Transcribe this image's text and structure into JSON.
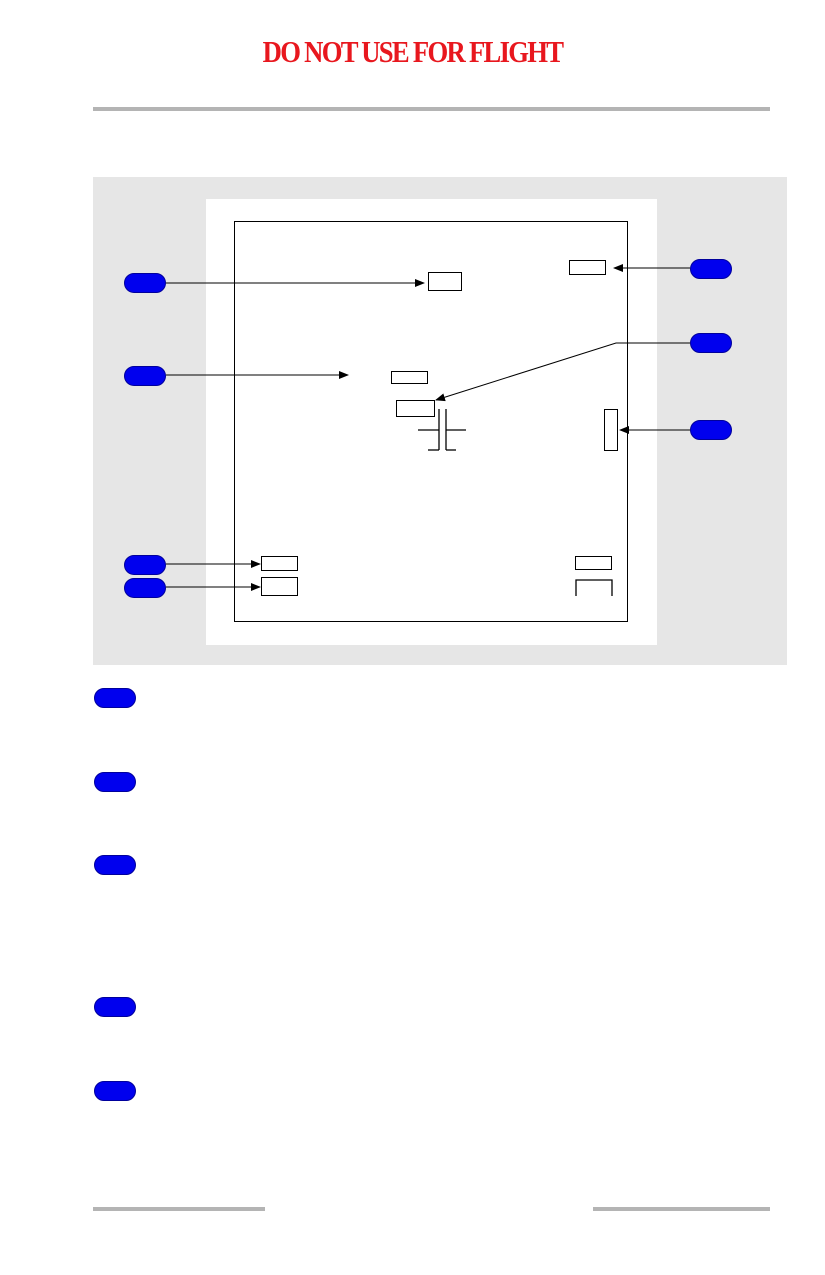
{
  "header": {
    "warning_text": "DO NOT USE FOR FLIGHT"
  },
  "colors": {
    "warning": "#e8171e",
    "callout_fill": "#0000ee",
    "callout_stroke": "#00009c",
    "rule": "#b4b4b4",
    "panel_bg": "#e6e6e6"
  },
  "figure": {
    "callout_count": 7
  },
  "legend": {
    "callout_count": 5
  }
}
